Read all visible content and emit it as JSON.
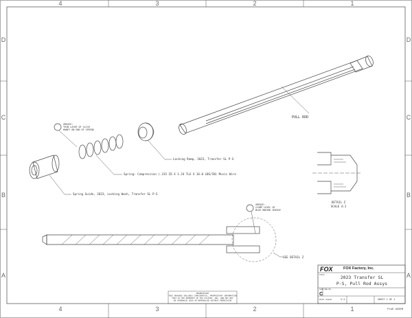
{
  "frame": {
    "zone_columns": [
      "4",
      "3",
      "2",
      "1"
    ],
    "zone_rows": [
      "D",
      "C",
      "B",
      "A"
    ]
  },
  "callouts": {
    "pull_rod": "PULL ROD",
    "locking_ramp": "Locking Ramp, 2023, Transfer SL P-S",
    "spring": "Spring: Compression (.315 ID X 1.24 TLG X 16.0 LBS/IN) Music Wire",
    "spring_guide": "Spring Guide, 2023, Locking Wash, Transfer SL P-S",
    "grease_spring": [
      "GREASE:",
      "THIN LAYER OF SLICK",
      "HONEY ON END OF SPRING"
    ],
    "grease_rod": [
      "GREASE:",
      "CLUMP LEVEL OF",
      "BLUE MARINE GREASE"
    ],
    "see_detail": "SEE DETAIL Z",
    "detail_label": [
      "DETAIL Z",
      "SCALE 4:1"
    ]
  },
  "proprietary_notice": [
    "PROPRIETARY",
    "THIS DRAWING INCLUDES CONFIDENTIAL, PROPRIETARY INFORMATION",
    "THAT IS THE PROPERTY OF FOX FACTORY, INC. AND MAY NOT",
    "BE OTHERWISE USED OR REPRODUCED WITHOUT PERMISSION"
  ],
  "title_block": {
    "logo": "FOX",
    "company": "FOX Factory, Inc.",
    "title_label": "TITLE",
    "title_line1": "2023 Transfer SL",
    "title_line2": "P-S, Pull Rod Assys",
    "size_label": "SIZE DWG NO.",
    "size": "C",
    "plot_scale_label": "PLOT SCALE",
    "plot_scale": "2:1",
    "sheet": "SHEET 1 OF 1"
  },
  "footer": {
    "model_type": "ProE ASSEM"
  }
}
